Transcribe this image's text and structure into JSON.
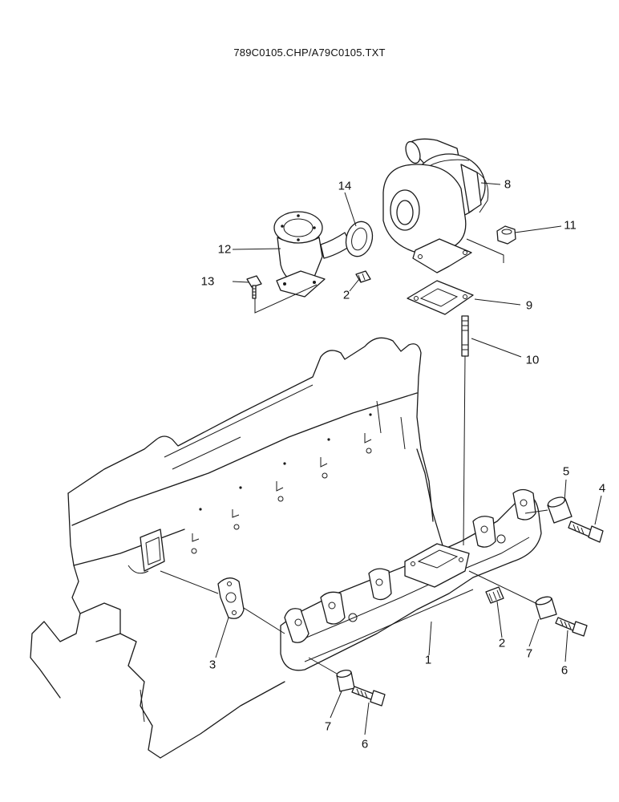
{
  "header": {
    "file_ref": "789C0105.CHP/A79C0105.TXT"
  },
  "callouts": {
    "c1": "1",
    "c2a": "2",
    "c2b": "2",
    "c3": "3",
    "c4": "4",
    "c5": "5",
    "c6a": "6",
    "c6b": "6",
    "c7a": "7",
    "c7b": "7",
    "c8": "8",
    "c9": "9",
    "c10": "10",
    "c11": "11",
    "c12": "12",
    "c13": "13",
    "c14": "14"
  }
}
